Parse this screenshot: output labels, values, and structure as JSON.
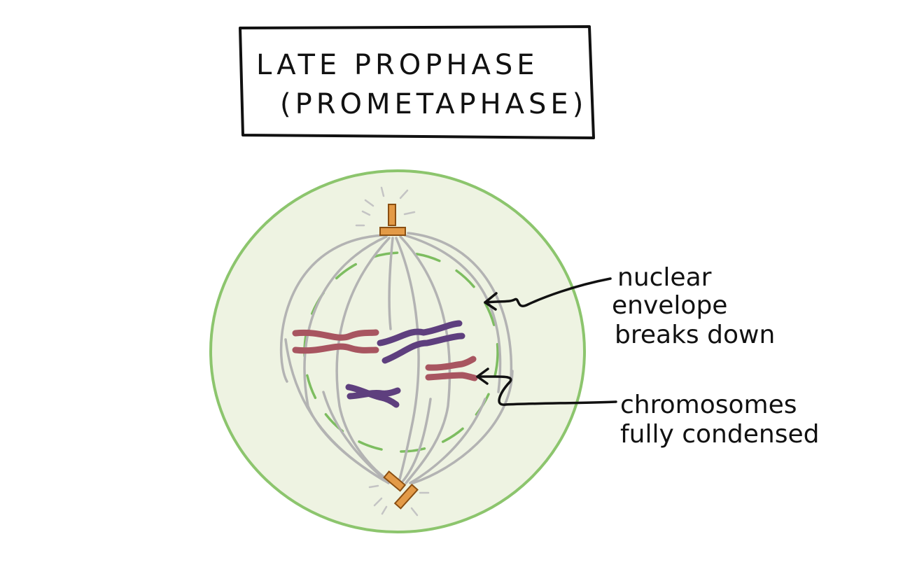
{
  "title": {
    "line1": "LATE PROPHASE",
    "line2": "(PROMETAPHASE)"
  },
  "labels": {
    "nuclear_envelope": [
      "nuclear",
      "envelope",
      "breaks down"
    ],
    "chromosomes": [
      "chromosomes",
      "fully condensed"
    ]
  },
  "colors": {
    "cell_fill": "#eef3e2",
    "cell_outline": "#8cc56d",
    "nuclear_envelope": "#7dbd60",
    "spindle_fibers": "#b3b3b3",
    "centrosome": "#e39a47",
    "chromosome_red": "#a85560",
    "chromosome_purple": "#5e3f7e"
  }
}
